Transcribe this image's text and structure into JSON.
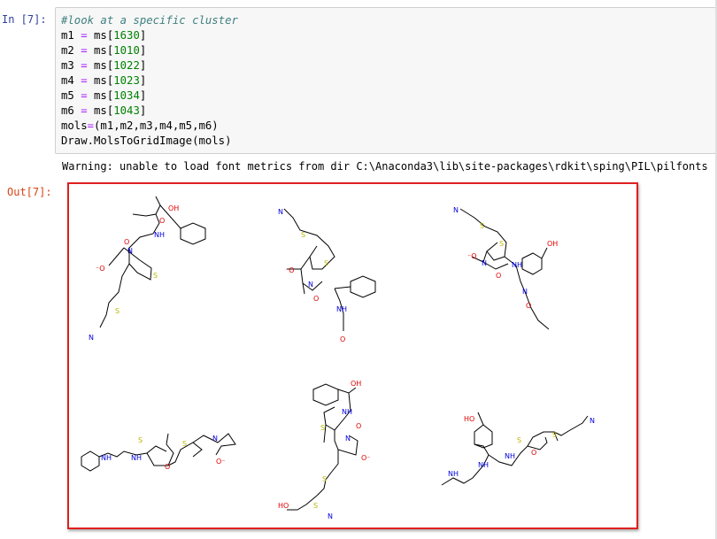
{
  "cell": {
    "in_prompt": "In  [7]:",
    "out_prompt": "Out[7]:",
    "code": {
      "comment": "#look at a specific cluster",
      "assignments": [
        {
          "var": "m1",
          "obj": "ms",
          "index": "1630"
        },
        {
          "var": "m2",
          "obj": "ms",
          "index": "1010"
        },
        {
          "var": "m3",
          "obj": "ms",
          "index": "1022"
        },
        {
          "var": "m4",
          "obj": "ms",
          "index": "1023"
        },
        {
          "var": "m5",
          "obj": "ms",
          "index": "1034"
        },
        {
          "var": "m6",
          "obj": "ms",
          "index": "1043"
        }
      ],
      "mols_line_lhs": "mols",
      "mols_line_rhs": "(m1,m2,m3,m4,m5,m6)",
      "draw_line": "Draw.MolsToGridImage(mols)"
    },
    "stderr": "Warning: unable to load font metrics from dir C:\\Anaconda3\\lib\\site-packages\\rdkit\\sping\\PIL\\pilfonts"
  },
  "grid": {
    "molecules": [
      "mol-1",
      "mol-2",
      "mol-3",
      "mol-4",
      "mol-5",
      "mol-6"
    ]
  },
  "colors": {
    "prompt_in": "#303F9F",
    "prompt_out": "#D84315",
    "output_border": "#e02020",
    "oxygen": "#e00000",
    "nitrogen": "#0000dd",
    "sulfur": "#b8b800"
  }
}
